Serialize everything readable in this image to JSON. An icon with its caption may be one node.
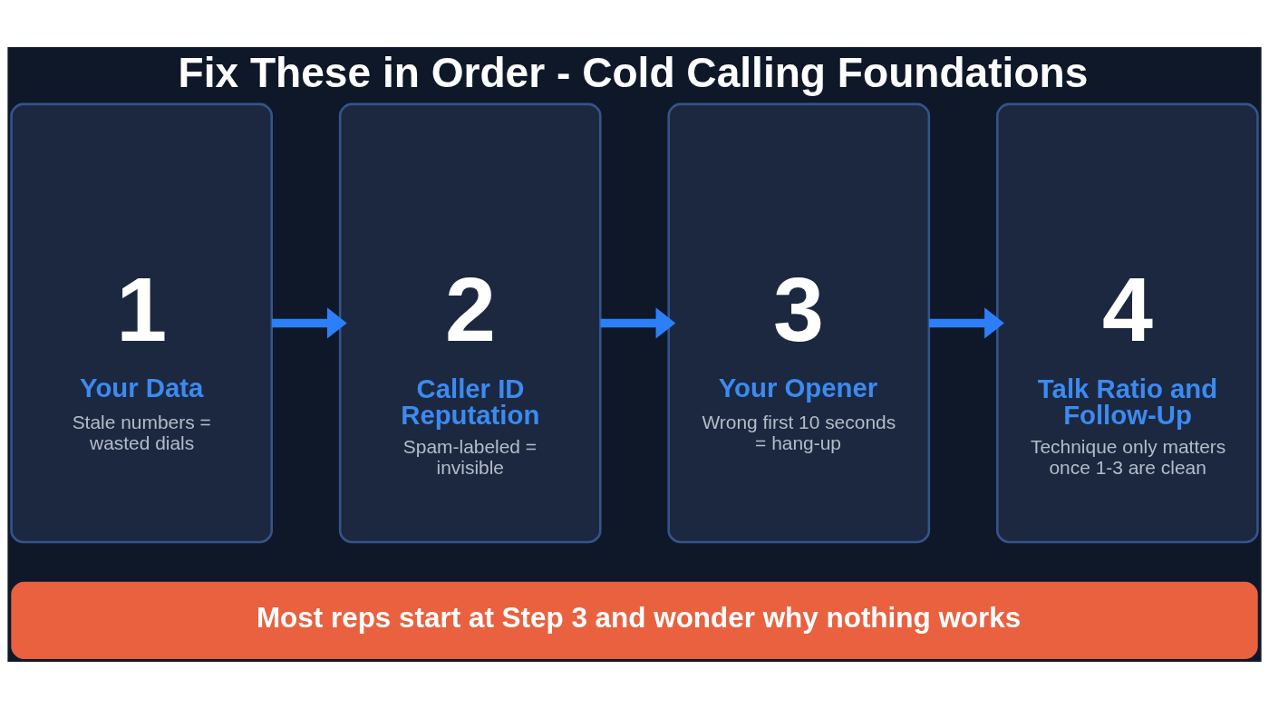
{
  "diagram": {
    "title": "Fix These in Order - Cold Calling Foundations",
    "nodes": [
      {
        "text": [
          "1",
          "Your Data",
          "Stale numbers = wasted dials"
        ]
      },
      {
        "text": [
          "2",
          "Caller ID Reputation",
          "Spam-labeled = invisible"
        ]
      },
      {
        "text": [
          "3",
          "Your Opener",
          "Wrong first 10 seconds = hang-up"
        ]
      },
      {
        "text": [
          "4",
          "Talk Ratio and Follow-Up",
          "Technique only matters once 1-3 are clean"
        ]
      },
      {
        "text": [
          "Most reps start at Step 3 and wonder why nothing works"
        ]
      }
    ],
    "edges": [
      {
        "from": 0,
        "to": 1,
        "arrow": "to"
      },
      {
        "from": 1,
        "to": 2,
        "arrow": "to"
      },
      {
        "from": 2,
        "to": 3,
        "arrow": "to"
      }
    ]
  }
}
